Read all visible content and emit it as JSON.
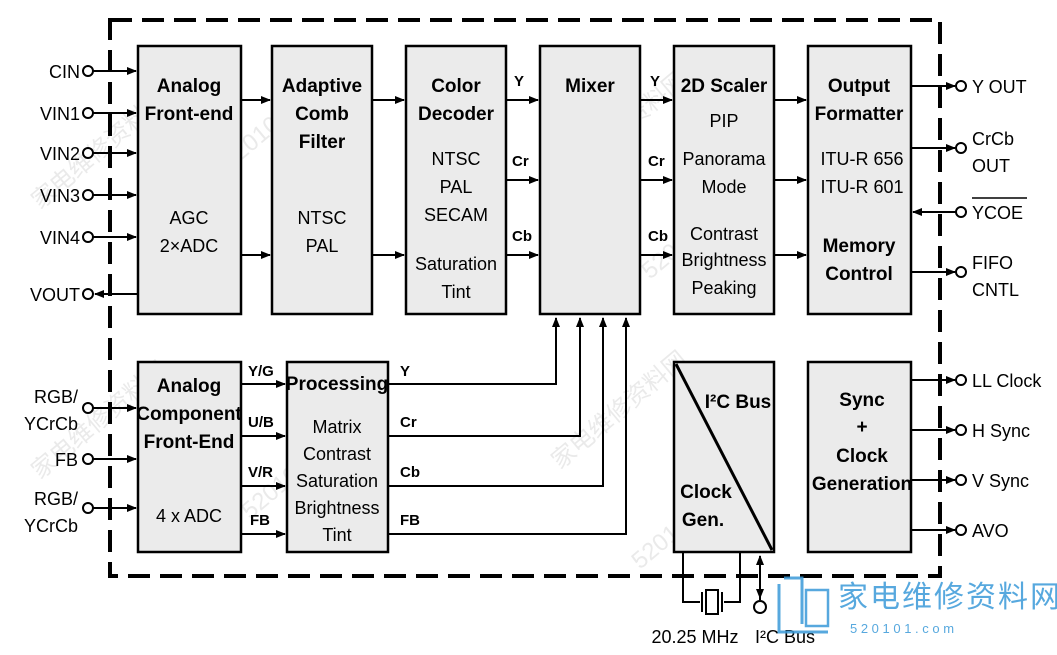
{
  "blocks": {
    "analog_fe": {
      "title": [
        "Analog",
        "Front-end"
      ],
      "body": [
        "AGC",
        "2×ADC"
      ]
    },
    "comb": {
      "title": [
        "Adaptive",
        "Comb",
        "Filter"
      ],
      "body": [
        "NTSC",
        "PAL"
      ]
    },
    "color_dec": {
      "title": [
        "Color",
        "Decoder"
      ],
      "body": [
        "NTSC",
        "PAL",
        "SECAM",
        "Saturation",
        "Tint"
      ]
    },
    "mixer": {
      "title": [
        "Mixer"
      ]
    },
    "scaler": {
      "title": [
        "2D Scaler"
      ],
      "body": [
        "PIP",
        "Panorama",
        "Mode",
        "Contrast",
        "Brightness",
        "Peaking"
      ]
    },
    "out_fmt": {
      "title": [
        "Output",
        "Formatter"
      ],
      "body": [
        "ITU-R 656",
        "ITU-R 601"
      ],
      "title2": [
        "Memory",
        "Control"
      ]
    },
    "comp_fe": {
      "title": [
        "Analog",
        "Component",
        "Front-End"
      ],
      "body": [
        "4 x ADC"
      ]
    },
    "processing": {
      "title": [
        "Processing"
      ],
      "body": [
        "Matrix",
        "Contrast",
        "Saturation",
        "Brightness",
        "Tint"
      ]
    },
    "i2c": {
      "top": "I²C Bus",
      "bottom": [
        "Clock",
        "Gen."
      ]
    },
    "sync": {
      "title": [
        "Sync",
        "+",
        "Clock",
        "Generation"
      ]
    }
  },
  "signals": {
    "y": "Y",
    "cr": "Cr",
    "cb": "Cb",
    "fb": "FB",
    "yg": "Y/G",
    "ub": "U/B",
    "vr": "V/R"
  },
  "pins_left": {
    "cin": "CIN",
    "vin1": "VIN1",
    "vin2": "VIN2",
    "vin3": "VIN3",
    "vin4": "VIN4",
    "vout": "VOUT",
    "rgb1": [
      "RGB/",
      "YCrCb"
    ],
    "fb": "FB",
    "rgb2": [
      "RGB/",
      "YCrCb"
    ]
  },
  "pins_right": {
    "yout": "Y OUT",
    "crcb": [
      "CrCb",
      "OUT"
    ],
    "ycoe": "YCOE",
    "fifo": [
      "FIFO",
      "CNTL"
    ],
    "llclock": "LL Clock",
    "hsync": "H Sync",
    "vsync": "V Sync",
    "avo": "AVO"
  },
  "bottom": {
    "crystal": "20.25 MHz",
    "i2c_pin": "I²C Bus"
  },
  "watermark": {
    "brand": "家电维修资料网",
    "url": "5 2 0 1 0 1 . c o m",
    "tile": "家电维修资料网",
    "tile2": "520101.com"
  },
  "colors": {
    "block_fill": "#ebebeb",
    "line": "#000000",
    "watermark": "#3a9ad9"
  }
}
